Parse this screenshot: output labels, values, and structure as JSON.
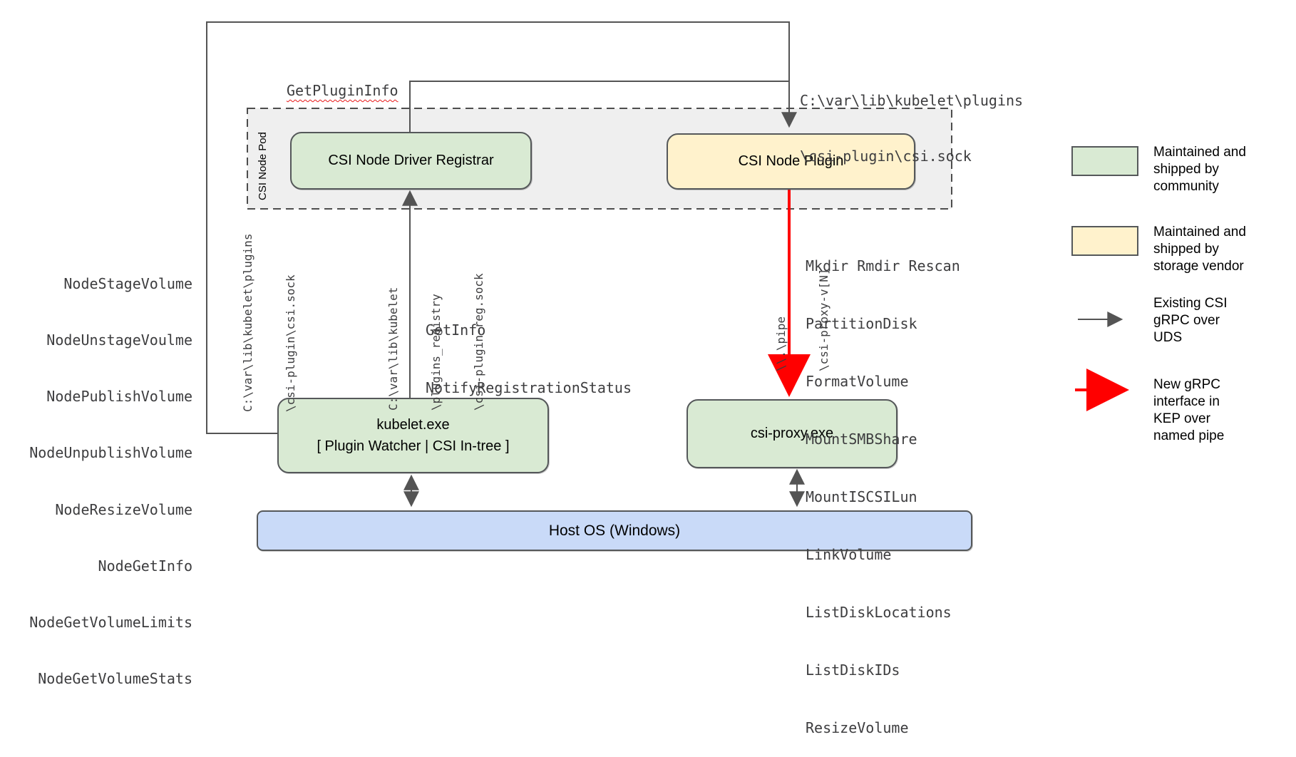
{
  "diagram": {
    "pod": {
      "label": "CSI Node Pod"
    },
    "nodes": {
      "registrar": {
        "label": "CSI Node Driver Registrar"
      },
      "plugin": {
        "label": "CSI Node Plugin"
      },
      "kubelet": {
        "line1": "kubelet.exe",
        "line2": "[ Plugin Watcher | CSI In-tree ]"
      },
      "csi_proxy": {
        "label": "csi-proxy.exe"
      },
      "host_os": {
        "label": "Host OS (Windows)"
      }
    },
    "labels": {
      "get_plugin_info": "GetPluginInfo",
      "plugin_sock_line1": "C:\\var\\lib\\kubelet\\plugins",
      "plugin_sock_line2": "\\csi-plugin\\csi.sock",
      "kubelet_sock_vert_line1": "C:\\var\\lib\\kubelet\\plugins",
      "kubelet_sock_vert_line2": "\\csi-plugin\\csi.sock",
      "registry_sock_line1": "C:\\var\\lib\\kubelet",
      "registry_sock_line2": "\\plugins_registry",
      "registry_sock_line3": "\\csi-plugin-reg.sock",
      "pipe_line1": "\\\\.\\pipe",
      "pipe_line2": "\\csi-proxy-v[N]"
    },
    "node_methods": [
      "NodeStageVolume",
      "NodeUnstageVoulme",
      "NodePublishVolume",
      "NodeUnpublishVolume",
      "NodeResizeVolume",
      "NodeGetInfo",
      "NodeGetVolumeLimits",
      "NodeGetVolumeStats"
    ],
    "registration_calls": [
      "GetInfo",
      "NotifyRegistrationStatus"
    ],
    "proxy_methods": [
      "Mkdir Rmdir Rescan",
      "PartitionDisk",
      "FormatVolume",
      "MountSMBShare",
      "MountISCSILun",
      "LinkVolume",
      "ListDiskLocations",
      "ListDiskIDs",
      "ResizeVolume"
    ]
  },
  "legend": {
    "community": {
      "line1": "Maintained and",
      "line2": "shipped by",
      "line3": "community"
    },
    "vendor": {
      "line1": "Maintained and",
      "line2": "shipped by",
      "line3": "storage vendor"
    },
    "uds": {
      "line1": "Existing CSI",
      "line2": "gRPC over",
      "line3": "UDS"
    },
    "kep": {
      "line1": "New gRPC",
      "line2": "interface in",
      "line3": "KEP over",
      "line4": "named pipe"
    }
  },
  "colors": {
    "community_green": "#d9ead3",
    "vendor_yellow": "#fff2cc",
    "host_blue": "#c9daf8",
    "pod_gray": "#efefef",
    "line_gray": "#545454",
    "new_grpc_red": "#ff0000"
  }
}
